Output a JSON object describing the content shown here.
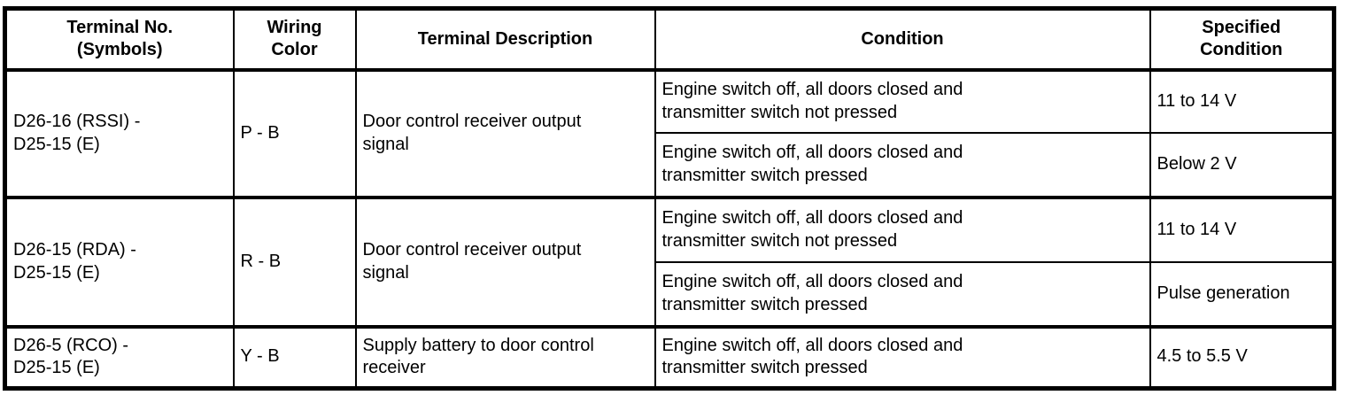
{
  "table": {
    "headers": {
      "terminal_no": "Terminal No.\n(Symbols)",
      "wiring_color": "Wiring\nColor",
      "terminal_description": "Terminal Description",
      "condition": "Condition",
      "specified_condition": "Specified\nCondition"
    },
    "groups": [
      {
        "terminal": "D26-16 (RSSI) -\nD25-15 (E)",
        "wiring_color": "P - B",
        "description": "Door control receiver output\nsignal",
        "conditions": [
          {
            "condition": "Engine switch off, all doors closed and\ntransmitter switch not pressed",
            "specified": "11 to 14 V"
          },
          {
            "condition": "Engine switch off, all doors closed and\ntransmitter switch pressed",
            "specified": "Below 2 V"
          }
        ]
      },
      {
        "terminal": "D26-15 (RDA) -\nD25-15 (E)",
        "wiring_color": "R - B",
        "description": "Door control receiver output\nsignal",
        "conditions": [
          {
            "condition": "Engine switch off, all doors closed and\ntransmitter switch not pressed",
            "specified": "11 to 14 V"
          },
          {
            "condition": "Engine switch off, all doors closed and\ntransmitter switch pressed",
            "specified": "Pulse generation"
          }
        ]
      },
      {
        "terminal": "D26-5 (RCO) -\nD25-15 (E)",
        "wiring_color": "Y - B",
        "description": "Supply battery to door control\nreceiver",
        "conditions": [
          {
            "condition": "Engine switch off, all doors closed and\ntransmitter switch pressed",
            "specified": "4.5 to 5.5 V"
          }
        ]
      }
    ]
  }
}
